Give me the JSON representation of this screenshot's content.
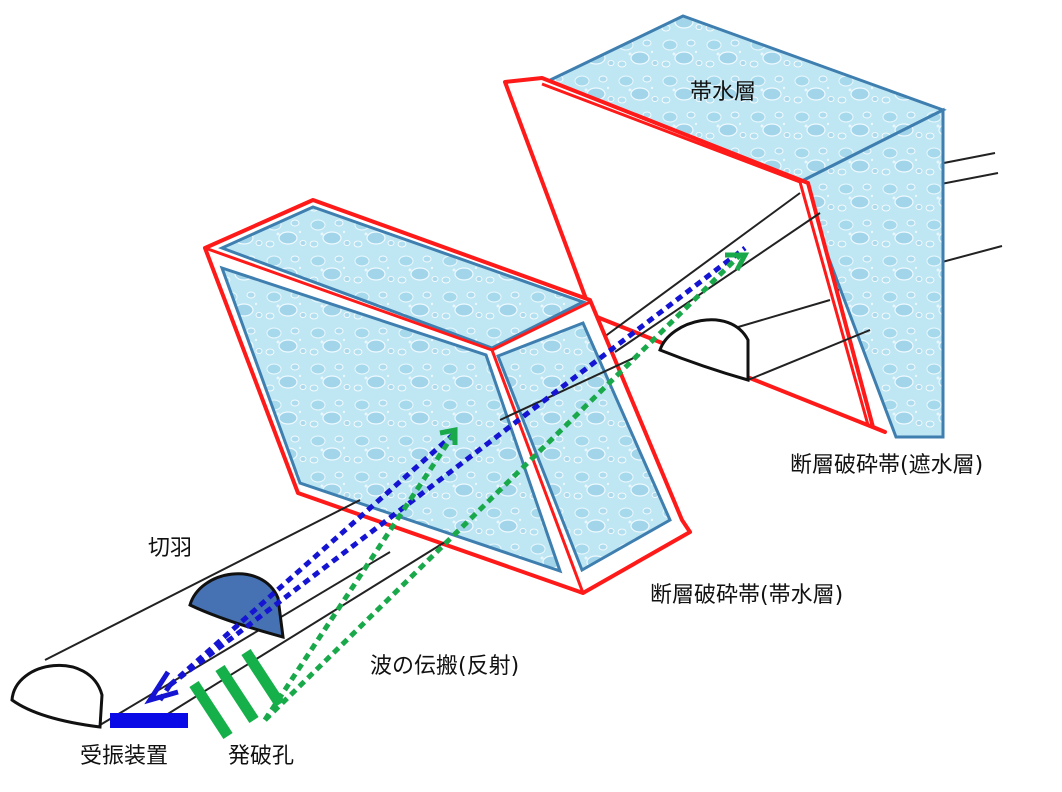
{
  "labels": {
    "aquifer": "帯水層",
    "fault_impermeable": "断層破砕帯(遮水層)",
    "fault_aquifer": "断層破砕帯(帯水層)",
    "wave_propagation": "波の伝搬(反射)",
    "cutting_face": "切羽",
    "receiver": "受振装置",
    "blast_hole": "発破孔"
  },
  "colors": {
    "water_fill": "#bfe6f3",
    "water_edge": "#3f7fb0",
    "fault_outline": "#ff1a1a",
    "wave_reflect_blue": "#1414d2",
    "wave_reflect_green": "#19a84a",
    "receiver": "#0a0ae6",
    "blast_hole": "#16b04a",
    "cutting_face": "#4672b4",
    "tunnel_line": "#222222"
  }
}
